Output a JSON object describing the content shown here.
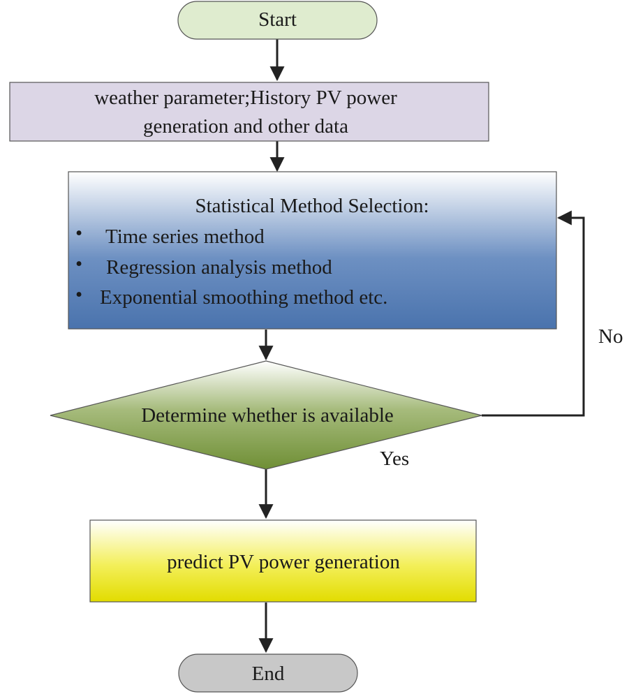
{
  "flowchart": {
    "start": {
      "label": "Start"
    },
    "input": {
      "line1": "weather parameter;History PV power",
      "line2": "generation and other data"
    },
    "method": {
      "title": "Statistical Method Selection:",
      "bullets": [
        "Time series method",
        "Regression analysis method",
        "Exponential smoothing method etc."
      ]
    },
    "decision": {
      "label": "Determine whether is available"
    },
    "edges": {
      "no_label": "No",
      "yes_label": "Yes"
    },
    "predict": {
      "label": "predict PV power generation"
    },
    "end": {
      "label": "End"
    }
  },
  "colors": {
    "start_fill": "#dfeccf",
    "end_fill": "#c8c8c8",
    "input_fill": "#dcd6e6",
    "method_gradient_top": "#ffffff",
    "method_gradient_bottom": "#4b76b0",
    "decision_gradient_top": "#ffffff",
    "decision_gradient_bottom": "#77963e",
    "predict_gradient_top": "#ffffff",
    "predict_gradient_bottom": "#e5e000",
    "stroke": "#555555",
    "arrow": "#222222"
  }
}
